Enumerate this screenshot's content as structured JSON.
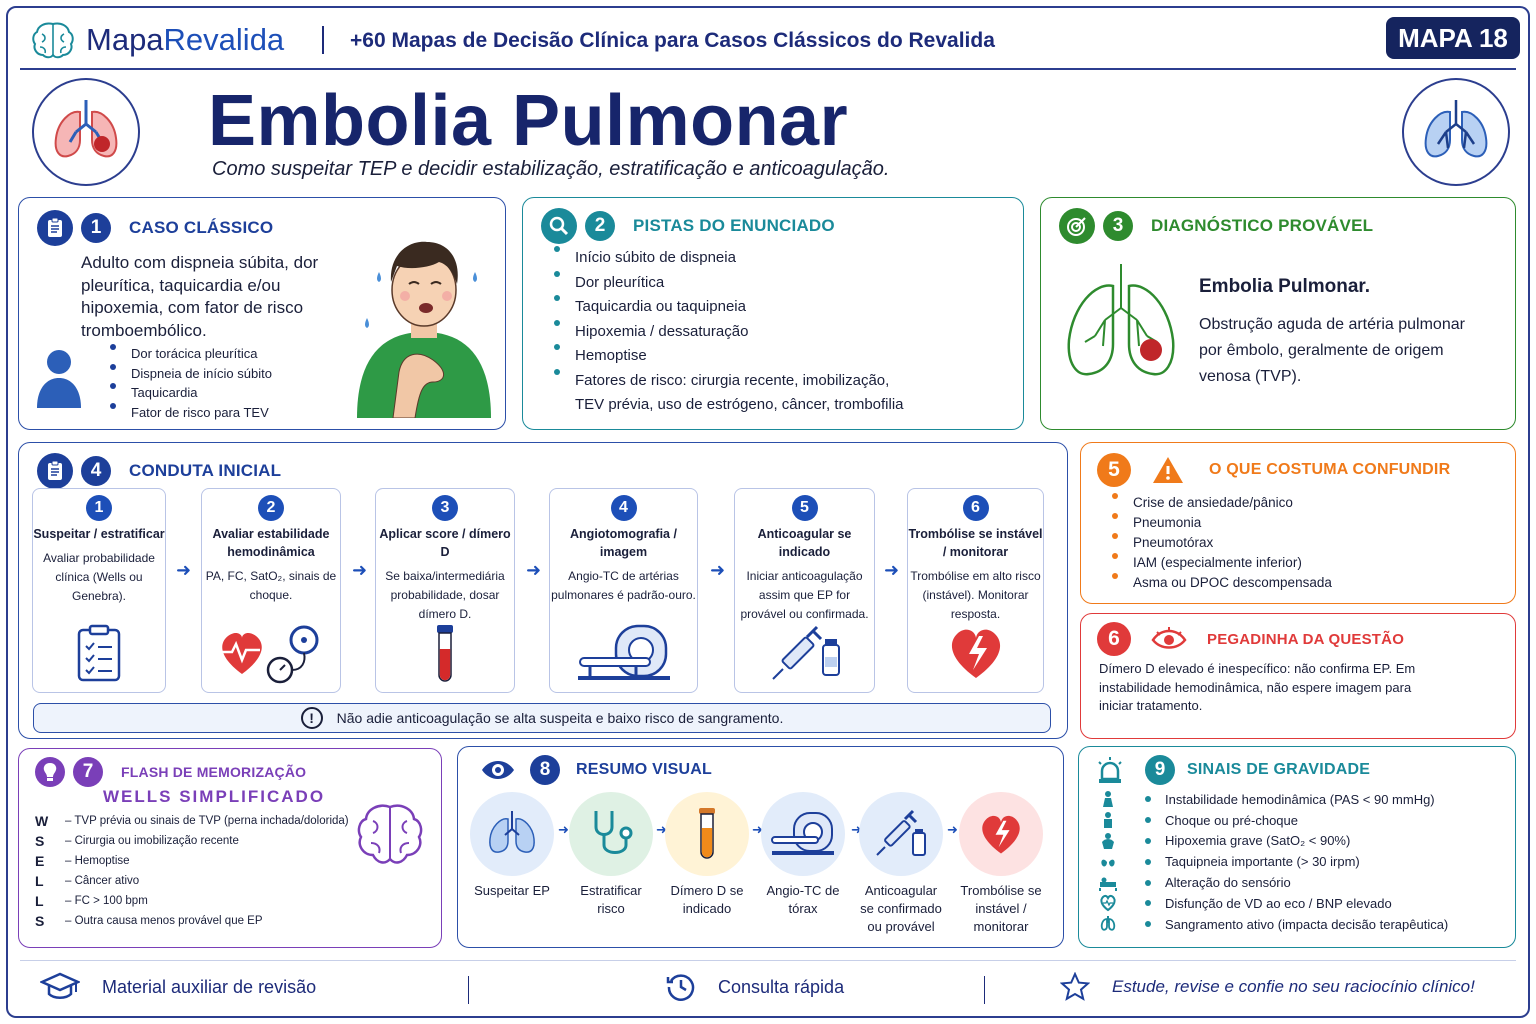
{
  "header": {
    "brand_a": "Mapa",
    "brand_b": "Revalida",
    "tagline": "+60 Mapas de Decisão Clínica para Casos Clássicos do Revalida",
    "badge": "MAPA 18"
  },
  "title": "Embolia Pulmonar",
  "subtitle": "Como suspeitar TEP e decidir estabilização, estratificação e anticoagulação.",
  "card1": {
    "num": "1",
    "title": "CASO CLÁSSICO",
    "text": "Adulto com dispneia súbita, dor pleurítica, taquicardia e/ou hipoxemia, com fator de risco tromboembólico.",
    "bullets": [
      "Dor torácica pleurítica",
      "Dispneia de início súbito",
      "Taquicardia",
      "Fator de risco para TEV"
    ]
  },
  "card2": {
    "num": "2",
    "title": "PISTAS DO ENUNCIADO",
    "bullets": [
      "Início súbito de dispneia",
      "Dor pleurítica",
      "Taquicardia ou taquipneia",
      "Hipoxemia / dessaturação",
      "Hemoptise",
      "Fatores de risco: cirurgia recente, imobilização, TEV prévia, uso de estrógeno, câncer, trombofilia"
    ]
  },
  "card3": {
    "num": "3",
    "title": "DIAGNÓSTICO PROVÁVEL",
    "dx": "Embolia Pulmonar.",
    "text": "Obstrução aguda de artéria pulmonar por êmbolo, geralmente de origem venosa (TVP)."
  },
  "card4": {
    "num": "4",
    "title": "CONDUTA INICIAL",
    "steps": [
      {
        "n": "1",
        "title": "Suspeitar / estratificar",
        "desc": "Avaliar probabilidade clínica (Wells ou Genebra).",
        "icon": "clipboard-checklist-icon"
      },
      {
        "n": "2",
        "title": "Avaliar estabilidade hemodinâmica",
        "desc": "PA, FC, SatO₂, sinais de choque.",
        "icon": "heart-pressure-icon"
      },
      {
        "n": "3",
        "title": "Aplicar score / dímero D",
        "desc": "Se baixa/intermediária probabilidade, dosar dímero D.",
        "icon": "blood-tube-icon"
      },
      {
        "n": "4",
        "title": "Angiotomografia / imagem",
        "desc": "Angio-TC de artérias pulmonares é padrão-ouro.",
        "icon": "ct-scanner-icon"
      },
      {
        "n": "5",
        "title": "Anticoagular se indicado",
        "desc": "Iniciar anticoagulação assim que EP for provável ou confirmada.",
        "icon": "syringe-icon"
      },
      {
        "n": "6",
        "title": "Trombólise se instável / monitorar",
        "desc": "Trombólise em alto risco (instável). Monitorar resposta.",
        "icon": "broken-heart-icon"
      }
    ],
    "note": "Não adie anticoagulação se alta suspeita e baixo risco de sangramento."
  },
  "card5": {
    "num": "5",
    "title": "O QUE COSTUMA CONFUNDIR",
    "bullets": [
      "Crise de ansiedade/pânico",
      "Pneumonia",
      "Pneumotórax",
      "IAM (especialmente inferior)",
      "Asma ou DPOC descompensada"
    ]
  },
  "card6": {
    "num": "6",
    "title": "PEGADINHA DA QUESTÃO",
    "text": "Dímero D elevado é inespecífico: não confirma EP. Em instabilidade hemodinâmica, não espere imagem para iniciar tratamento."
  },
  "card7": {
    "num": "7",
    "title": "FLASH DE MEMORIZAÇÃO",
    "subtitle": "WELLS SIMPLIFICADO",
    "items": [
      {
        "l": "W",
        "t": "– TVP prévia ou sinais de TVP (perna inchada/dolorida)"
      },
      {
        "l": "S",
        "t": "– Cirurgia ou imobilização recente"
      },
      {
        "l": "E",
        "t": "– Hemoptise"
      },
      {
        "l": "L",
        "t": "– Câncer ativo"
      },
      {
        "l": "L",
        "t": "– FC > 100 bpm"
      },
      {
        "l": "S",
        "t": "– Outra causa menos provável que EP"
      }
    ]
  },
  "card8": {
    "num": "8",
    "title": "RESUMO VISUAL",
    "items": [
      "Suspeitar EP",
      "Estratificar risco",
      "Dímero D se indicado",
      "Angio-TC de tórax",
      "Anticoagular se confirmado ou provável",
      "Trombólise se instável / monitorar"
    ]
  },
  "card9": {
    "num": "9",
    "title": "SINAIS DE GRAVIDADE",
    "items": [
      "Instabilidade hemodinâmica (PAS < 90 mmHg)",
      "Choque ou pré-choque",
      "Hipoxemia grave (SatO₂ < 90%)",
      "Taquipneia importante (> 30 irpm)",
      "Alteração do sensório",
      "Disfunção de VD ao eco / BNP elevado",
      "Sangramento ativo (impacta decisão terapêutica)"
    ]
  },
  "footer": {
    "left": "Material auxiliar de revisão",
    "mid": "Consulta rápida",
    "right": "Estude, revise e confie no seu raciocínio clínico!"
  },
  "colors": {
    "navy": "#1d2b7a",
    "blue": "#1d4fb8",
    "teal": "#1a8a9a",
    "green": "#2e8b2e",
    "orange": "#f07a1a",
    "red": "#e03a3a",
    "purple": "#7a3fb8"
  }
}
